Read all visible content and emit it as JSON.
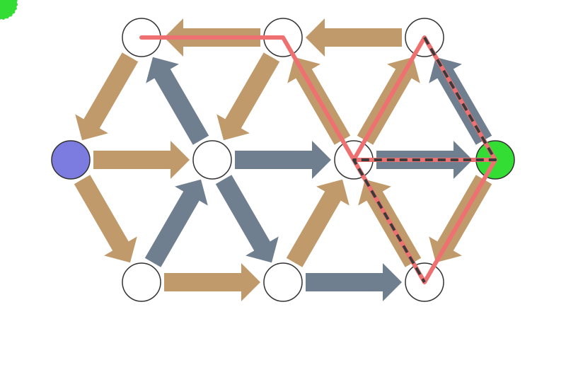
{
  "colors": {
    "background": "#ffffff",
    "arrow_tan": "#c19a6b",
    "arrow_slate": "#6f7f8f",
    "node_fill": "#ffffff",
    "node_stroke": "#333333",
    "start_node": "#7b7be0",
    "goal_node": "#33dd33",
    "path_red": "#ef7070",
    "path_dashed": "#3a3a3a",
    "corner_blob": "#33dd33"
  },
  "graph": {
    "nodes": [
      {
        "id": "top-1",
        "type": "empty"
      },
      {
        "id": "top-2",
        "type": "empty"
      },
      {
        "id": "top-3",
        "type": "empty"
      },
      {
        "id": "mid-0",
        "type": "start"
      },
      {
        "id": "mid-1",
        "type": "empty"
      },
      {
        "id": "mid-2",
        "type": "empty"
      },
      {
        "id": "mid-3",
        "type": "goal"
      },
      {
        "id": "bot-1",
        "type": "empty"
      },
      {
        "id": "bot-2",
        "type": "empty"
      },
      {
        "id": "bot-3",
        "type": "empty"
      }
    ],
    "edges": [
      {
        "from": "top-2",
        "to": "top-1",
        "color": "tan"
      },
      {
        "from": "top-3",
        "to": "top-2",
        "color": "tan"
      },
      {
        "from": "top-1",
        "to": "mid-0",
        "color": "tan"
      },
      {
        "from": "mid-1",
        "to": "top-1",
        "color": "slate"
      },
      {
        "from": "top-2",
        "to": "mid-1",
        "color": "tan"
      },
      {
        "from": "mid-2",
        "to": "top-2",
        "color": "tan"
      },
      {
        "from": "mid-2",
        "to": "top-3",
        "color": "tan"
      },
      {
        "from": "mid-3",
        "to": "top-3",
        "color": "slate"
      },
      {
        "from": "mid-0",
        "to": "mid-1",
        "color": "tan"
      },
      {
        "from": "mid-1",
        "to": "mid-2",
        "color": "slate"
      },
      {
        "from": "mid-2",
        "to": "mid-3",
        "color": "slate"
      },
      {
        "from": "mid-0",
        "to": "bot-1",
        "color": "tan"
      },
      {
        "from": "bot-1",
        "to": "mid-1",
        "color": "slate"
      },
      {
        "from": "mid-1",
        "to": "bot-2",
        "color": "slate"
      },
      {
        "from": "bot-2",
        "to": "mid-2",
        "color": "tan"
      },
      {
        "from": "bot-3",
        "to": "mid-2",
        "color": "tan"
      },
      {
        "from": "mid-3",
        "to": "bot-3",
        "color": "tan"
      },
      {
        "from": "bot-1",
        "to": "bot-2",
        "color": "tan"
      },
      {
        "from": "bot-2",
        "to": "bot-3",
        "color": "slate"
      }
    ],
    "red_path": [
      "top-1",
      "top-2",
      "mid-2",
      "top-3",
      "mid-3",
      "bot-3",
      "mid-2",
      "mid-3"
    ],
    "dashed_path": [
      "top-3",
      "mid-3",
      "mid-2",
      "bot-3"
    ]
  }
}
